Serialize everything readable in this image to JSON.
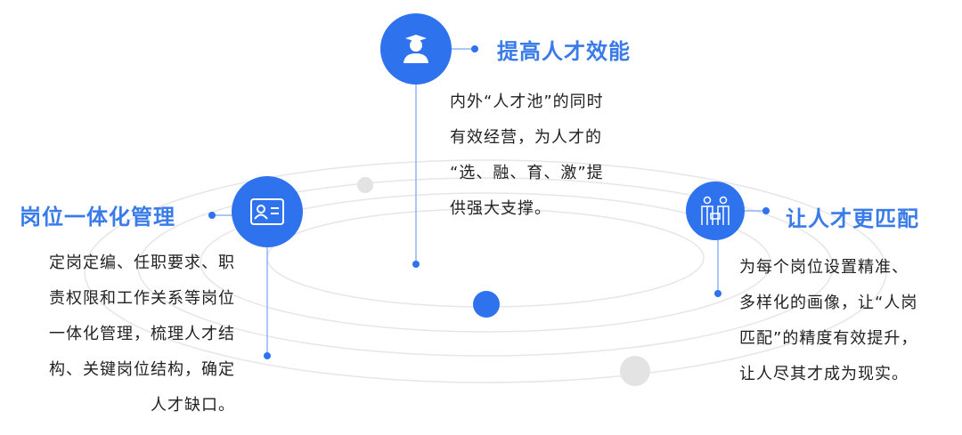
{
  "nodes": [
    {
      "title": "提高人才效能",
      "icon": "graduate-icon",
      "lines": [
        "内外“人才池”的同时",
        "有效经营，为人才的",
        "“选、融、育、激”提",
        "供强大支撑。"
      ]
    },
    {
      "title": "岗位一体化管理",
      "icon": "id-card-icon",
      "lines": [
        "定岗定编、任职要求、职",
        "责权限和工作关系等岗位",
        "一体化管理，梳理人才结",
        "构、关键岗位结构，确定",
        "人才缺口。"
      ]
    },
    {
      "title": "让人才更匹配",
      "icon": "people-match-icon",
      "lines": [
        "为每个岗位设置精准、",
        "多样化的画像，让“人岗",
        "匹配”的精度有效提升，",
        "让人尽其才成为现实。"
      ]
    }
  ],
  "colors": {
    "accent": "#2f72ee",
    "title": "#3a7bea"
  }
}
